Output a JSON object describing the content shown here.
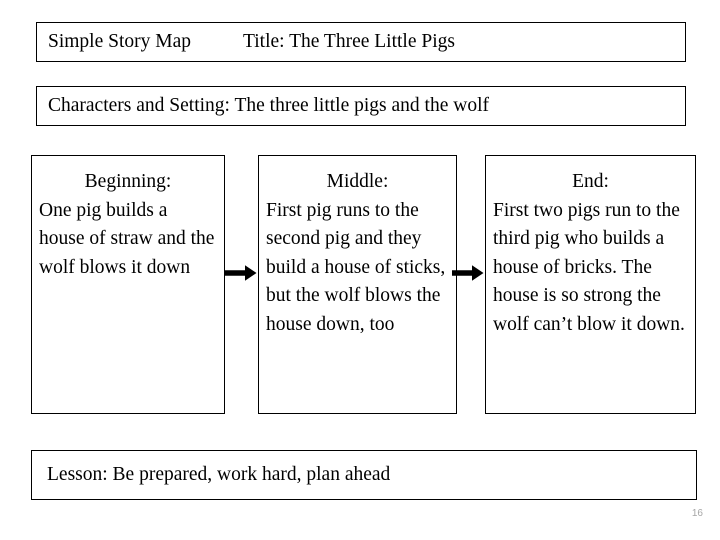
{
  "slide": {
    "background_color": "#ffffff",
    "text_color": "#000000",
    "border_color": "#000000",
    "page_number": "16",
    "page_number_color": "#a6a6a6"
  },
  "header": {
    "organizer_label": "Simple Story Map",
    "title_text": "Title:  The Three Little Pigs"
  },
  "setting": {
    "text": "Characters and Setting: The three little pigs and the wolf"
  },
  "stages": [
    {
      "heading": "Beginning:",
      "body": "One pig builds a house of straw and the wolf blows it down"
    },
    {
      "heading": "Middle:",
      "body": "First pig runs to the second pig and they build a house of sticks, but the wolf blows the house down, too"
    },
    {
      "heading": "End:",
      "body": "First two pigs run to the third pig who builds a house of bricks. The house is so strong the wolf can’t blow it down."
    }
  ],
  "arrows": [
    {
      "name": "arrow-beginning-to-middle",
      "glyph": "right-arrow"
    },
    {
      "name": "arrow-middle-to-end",
      "glyph": "right-arrow"
    }
  ],
  "lesson": {
    "text": "Lesson:  Be prepared, work hard, plan ahead"
  }
}
